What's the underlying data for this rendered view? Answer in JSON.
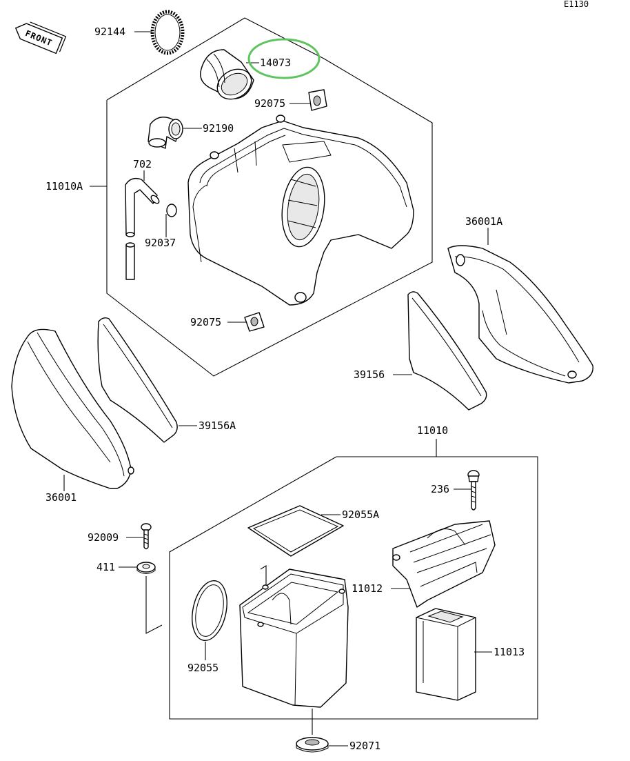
{
  "diagram_code": "E1130",
  "front_label": "FRONT",
  "highlight_color": "#5ec45e",
  "highlighted_part": "14073",
  "labels": {
    "p92144": "92144",
    "p14073": "14073",
    "p92075a": "92075",
    "p92190": "92190",
    "p702": "702",
    "p11010A": "11010A",
    "p92037": "92037",
    "p92075b": "92075",
    "p36001A": "36001A",
    "p39156": "39156",
    "p39156A": "39156A",
    "p36001": "36001",
    "p11010": "11010",
    "p236": "236",
    "p92055A": "92055A",
    "p92009": "92009",
    "p411": "411",
    "p11012": "11012",
    "p11013": "11013",
    "p92055": "92055",
    "p92071": "92071"
  }
}
